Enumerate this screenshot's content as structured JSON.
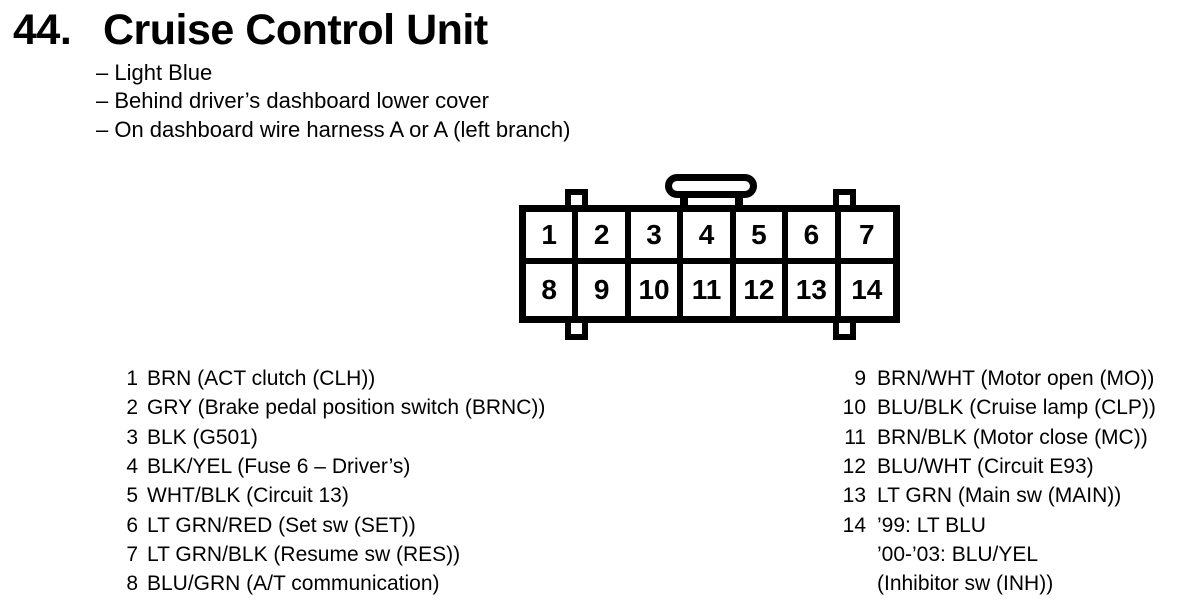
{
  "header": {
    "number": "44.",
    "title": "Cruise Control Unit",
    "notes": [
      "– Light Blue",
      "– Behind driver’s dashboard lower cover",
      "– On dashboard wire harness A or A (left branch)"
    ]
  },
  "connector": {
    "top_row": [
      "1",
      "2",
      "3",
      "4",
      "5",
      "6",
      "7"
    ],
    "bottom_row": [
      "8",
      "9",
      "10",
      "11",
      "12",
      "13",
      "14"
    ]
  },
  "pins": {
    "left": [
      {
        "num": "1",
        "desc": "BRN (ACT clutch (CLH))"
      },
      {
        "num": "2",
        "desc": "GRY (Brake pedal position switch (BRNC))"
      },
      {
        "num": "3",
        "desc": "BLK (G501)"
      },
      {
        "num": "4",
        "desc": "BLK/YEL (Fuse 6 – Driver’s)"
      },
      {
        "num": "5",
        "desc": "WHT/BLK (Circuit 13)"
      },
      {
        "num": "6",
        "desc": "LT GRN/RED (Set sw (SET))"
      },
      {
        "num": "7",
        "desc": "LT GRN/BLK (Resume sw (RES))"
      },
      {
        "num": "8",
        "desc": "BLU/GRN (A/T communication)"
      }
    ],
    "right": [
      {
        "num": "9",
        "desc": "BRN/WHT (Motor open (MO))"
      },
      {
        "num": "10",
        "desc": "BLU/BLK (Cruise lamp (CLP))"
      },
      {
        "num": "11",
        "desc": "BRN/BLK (Motor close (MC))"
      },
      {
        "num": "12",
        "desc": "BLU/WHT (Circuit E93)"
      },
      {
        "num": "13",
        "desc": "LT GRN (Main sw (MAIN))"
      },
      {
        "num": "14",
        "desc": "’99: LT BLU\n’00-’03: BLU/YEL\n(Inhibitor sw (INH))"
      }
    ]
  },
  "colors": {
    "ink": "#000000",
    "paper": "#ffffff"
  }
}
